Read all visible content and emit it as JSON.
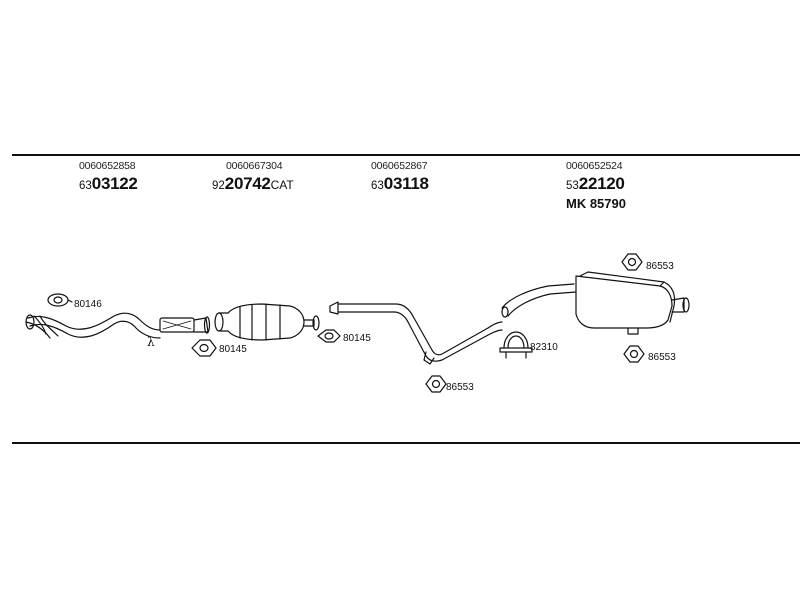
{
  "groups": [
    {
      "part_number": "0060652858",
      "ref_prefix": "63",
      "ref_main": "03122",
      "ref_suffix": ""
    },
    {
      "part_number": "0060667304",
      "ref_prefix": "92",
      "ref_main": "20742",
      "ref_suffix": "CAT"
    },
    {
      "part_number": "0060652867",
      "ref_prefix": "63",
      "ref_main": "03118",
      "ref_suffix": ""
    },
    {
      "part_number": "0060652524",
      "ref_prefix": "53",
      "ref_main": "22120",
      "ref_suffix": ""
    }
  ],
  "mounting_kit": "MK  85790",
  "parts": {
    "gasket_front": "80146",
    "lambda_symbol": "λ",
    "gasket_cat_front": "80145",
    "gasket_cat_rear": "80145",
    "hanger_middle": "86553",
    "clamp": "82310",
    "hanger_rear_top": "86553",
    "hanger_rear_bottom": "86553"
  },
  "line_color": "#111111"
}
